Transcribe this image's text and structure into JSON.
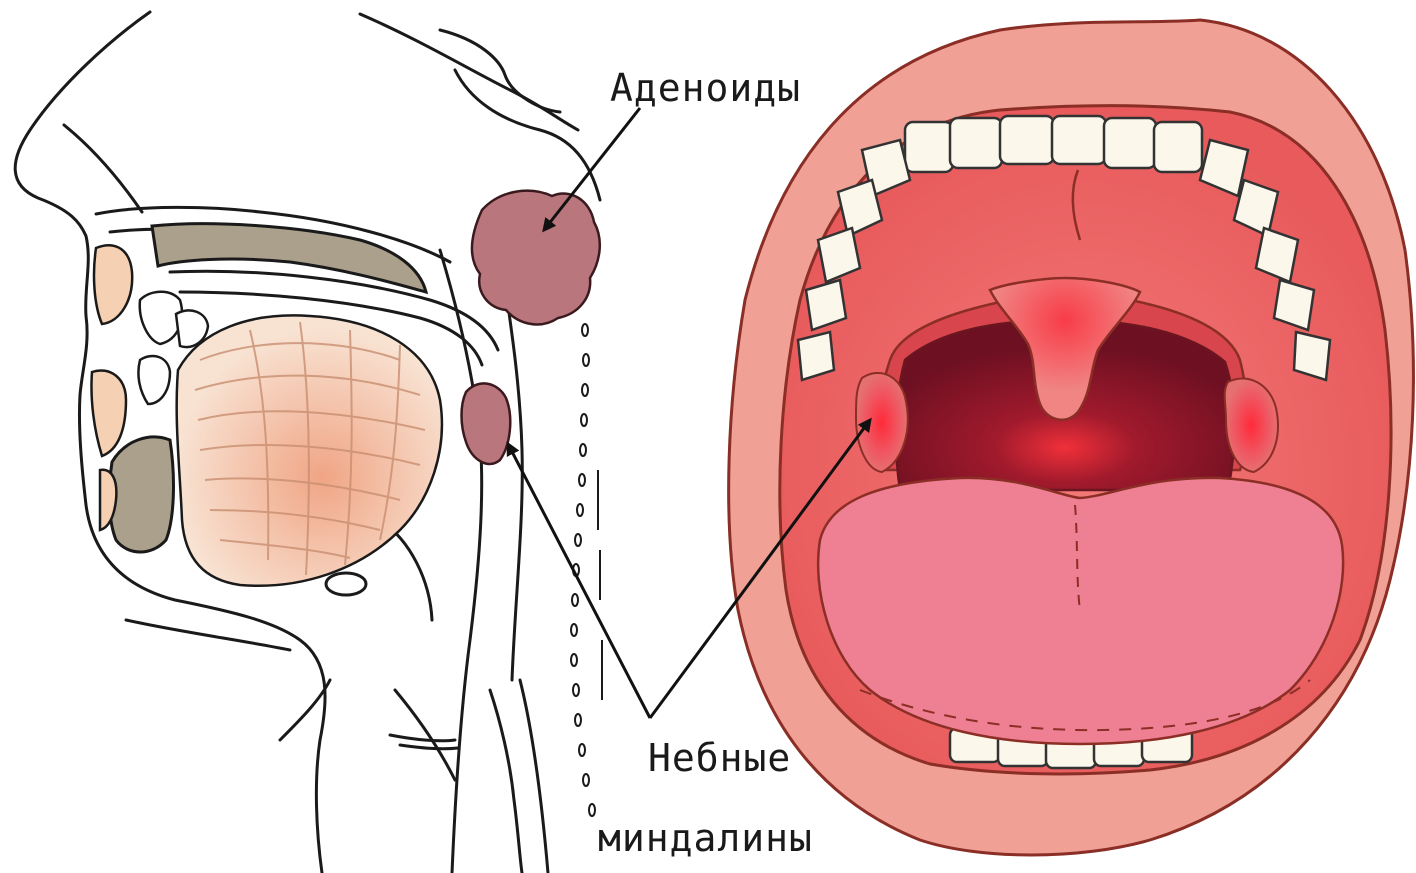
{
  "labels": {
    "adenoids": "Аденоиды",
    "tonsils_line1": "Небные",
    "tonsils_line2": "миндалины"
  },
  "colors": {
    "background": "#ffffff",
    "outline": "#1a1a1a",
    "adenoid_tissue": "#b9777d",
    "lips": "#f0a095",
    "lip_outline": "#8b2e26",
    "mouth_interior": "#e9575b",
    "pharynx": "#7a1424",
    "tongue": "#ef7f92",
    "teeth": "#fbf7ea",
    "bone": "#aba08c",
    "muscle": "#f3c8ac"
  }
}
